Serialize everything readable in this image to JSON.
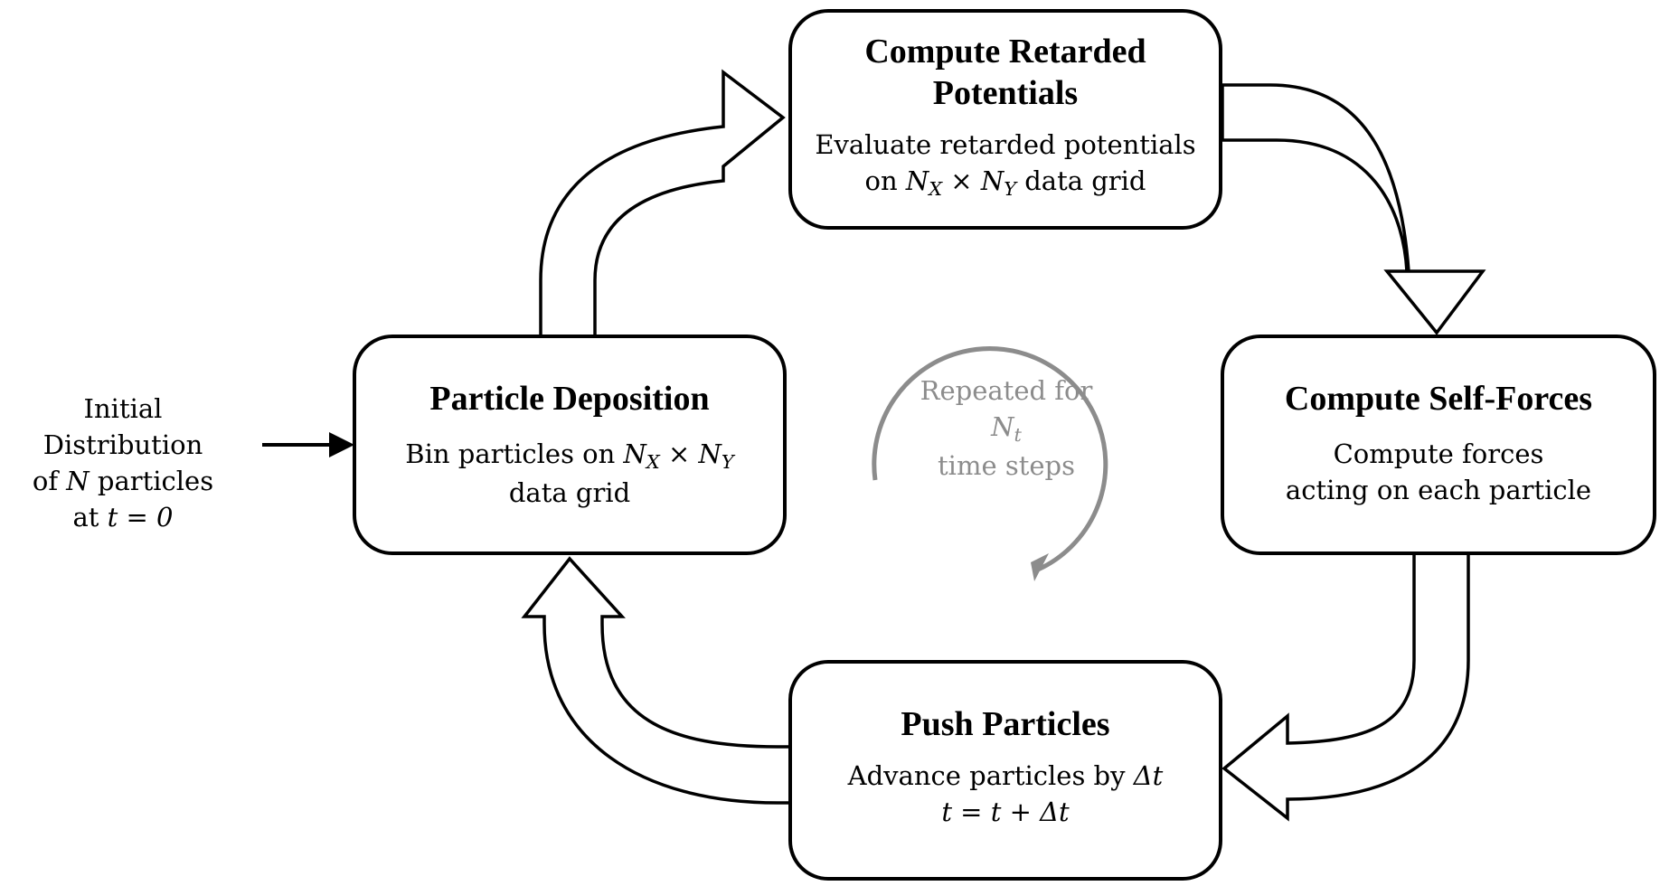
{
  "initial": {
    "line1": "Initial Distribution",
    "line2_prefix": "of ",
    "line2_var": "N",
    "line2_suffix": " particles",
    "line3_prefix": "at  ",
    "line3_expr": "t = 0"
  },
  "boxes": {
    "retarded": {
      "title_line1": "Compute Retarded",
      "title_line2": "Potentials",
      "desc_line1": "Evaluate retarded potentials",
      "desc_prefix": "on ",
      "desc_suffix": " data grid"
    },
    "deposition": {
      "title": "Particle Deposition",
      "desc_prefix": "Bin particles on ",
      "desc_line2": "data grid"
    },
    "self_forces": {
      "title": "Compute Self-Forces",
      "desc_line1": "Compute forces",
      "desc_line2": "acting on each particle"
    },
    "push": {
      "title": "Push Particles",
      "desc_line1_prefix": "Advance particles by ",
      "desc_line1_var": "Δt",
      "desc_line2": "t = t + Δt"
    }
  },
  "grid_symbol": {
    "n": "N",
    "sub_x": "X",
    "times": " × ",
    "sub_y": "Y"
  },
  "cycle_label": {
    "line1": "Repeated for",
    "var": "N",
    "sub": "t",
    "line3": "time steps"
  },
  "colors": {
    "stroke": "#000000",
    "cycle_gray": "#8c8c8c"
  }
}
